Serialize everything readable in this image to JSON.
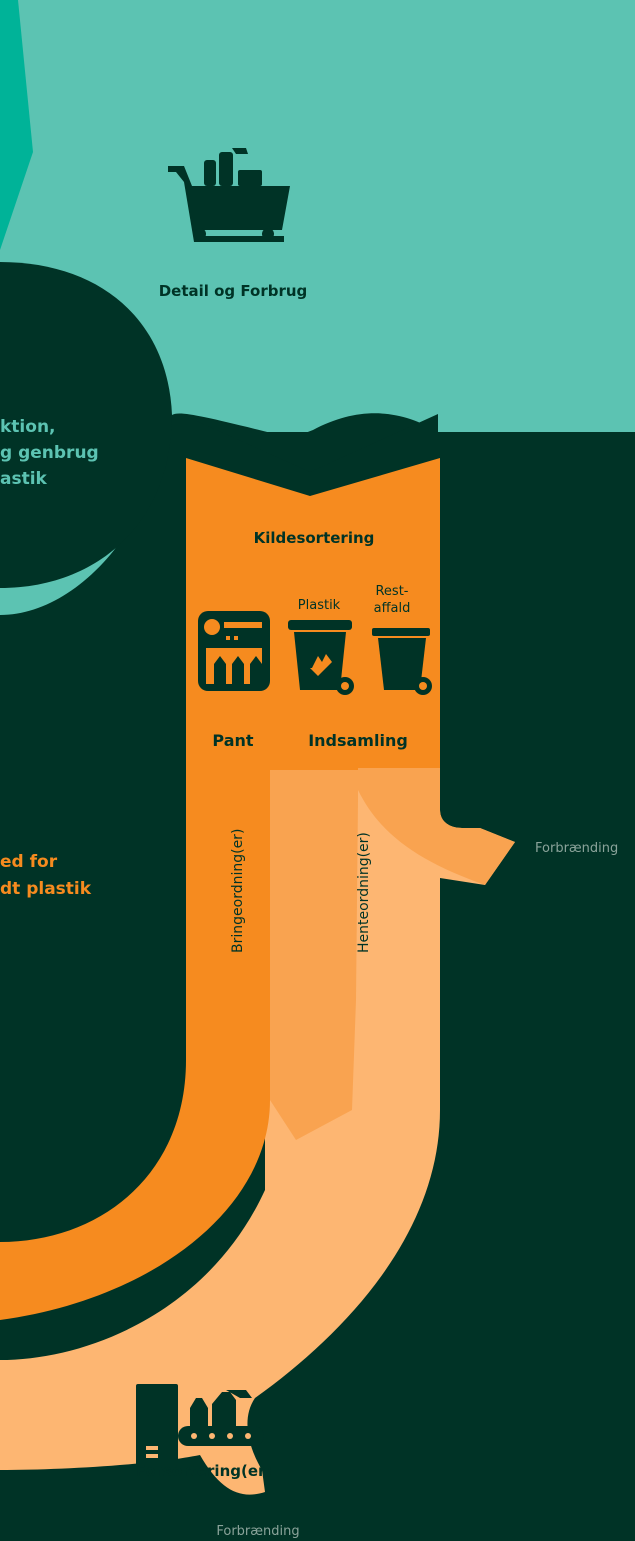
{
  "colors": {
    "background": "#003326",
    "teal_light": "#5cc3b2",
    "teal_bright": "#00b398",
    "orange": "#f68b1f",
    "orange_mid": "#f9a350",
    "orange_light": "#fdb672",
    "dark_text": "#003326",
    "muted_text": "#8aa39a"
  },
  "retail": {
    "label": "Detail og Forbrug",
    "icon": "shopping-cart-icon"
  },
  "center_title": {
    "line1": "ktion,",
    "line2": "g genbrug",
    "line3": "astik"
  },
  "collection": {
    "title": "Kildesortering",
    "plastik_label": "Plastik",
    "rest_label_line1": "Rest-",
    "rest_label_line2": "affald",
    "pant_label": "Pant",
    "indsamling_label": "Indsamling"
  },
  "streams": {
    "bring": "Bringeordning(er)",
    "hente": "Henteordning(er)"
  },
  "incineration_right": "Forbrænding",
  "incineration_bottom": "Forbrænding",
  "orange_title": {
    "line1": "ed for",
    "line2": "dt plastik"
  },
  "sorting": {
    "label": "Forsortering(er)",
    "icon": "conveyor-sorting-icon"
  }
}
